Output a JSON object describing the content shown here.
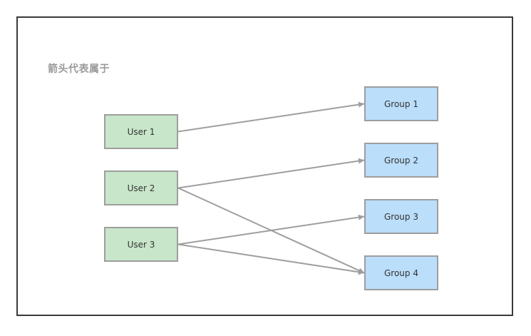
{
  "caption": "箭头代表属于",
  "users": [
    {
      "id": "u1",
      "label": "User 1"
    },
    {
      "id": "u2",
      "label": "User 2"
    },
    {
      "id": "u3",
      "label": "User 3"
    }
  ],
  "groups": [
    {
      "id": "g1",
      "label": "Group 1"
    },
    {
      "id": "g2",
      "label": "Group 2"
    },
    {
      "id": "g3",
      "label": "Group 3"
    },
    {
      "id": "g4",
      "label": "Group 4"
    }
  ],
  "edges": [
    {
      "from": "u1",
      "to": "g1"
    },
    {
      "from": "u2",
      "to": "g2"
    },
    {
      "from": "u2",
      "to": "g4"
    },
    {
      "from": "u3",
      "to": "g3"
    },
    {
      "from": "u3",
      "to": "g4"
    }
  ],
  "colors": {
    "user_fill": "#c8e6c9",
    "group_fill": "#bbdefb",
    "node_border": "#9e9e9e",
    "edge": "#9e9e9e",
    "frame": "#3a3a3a",
    "caption": "#9a9a9a"
  }
}
